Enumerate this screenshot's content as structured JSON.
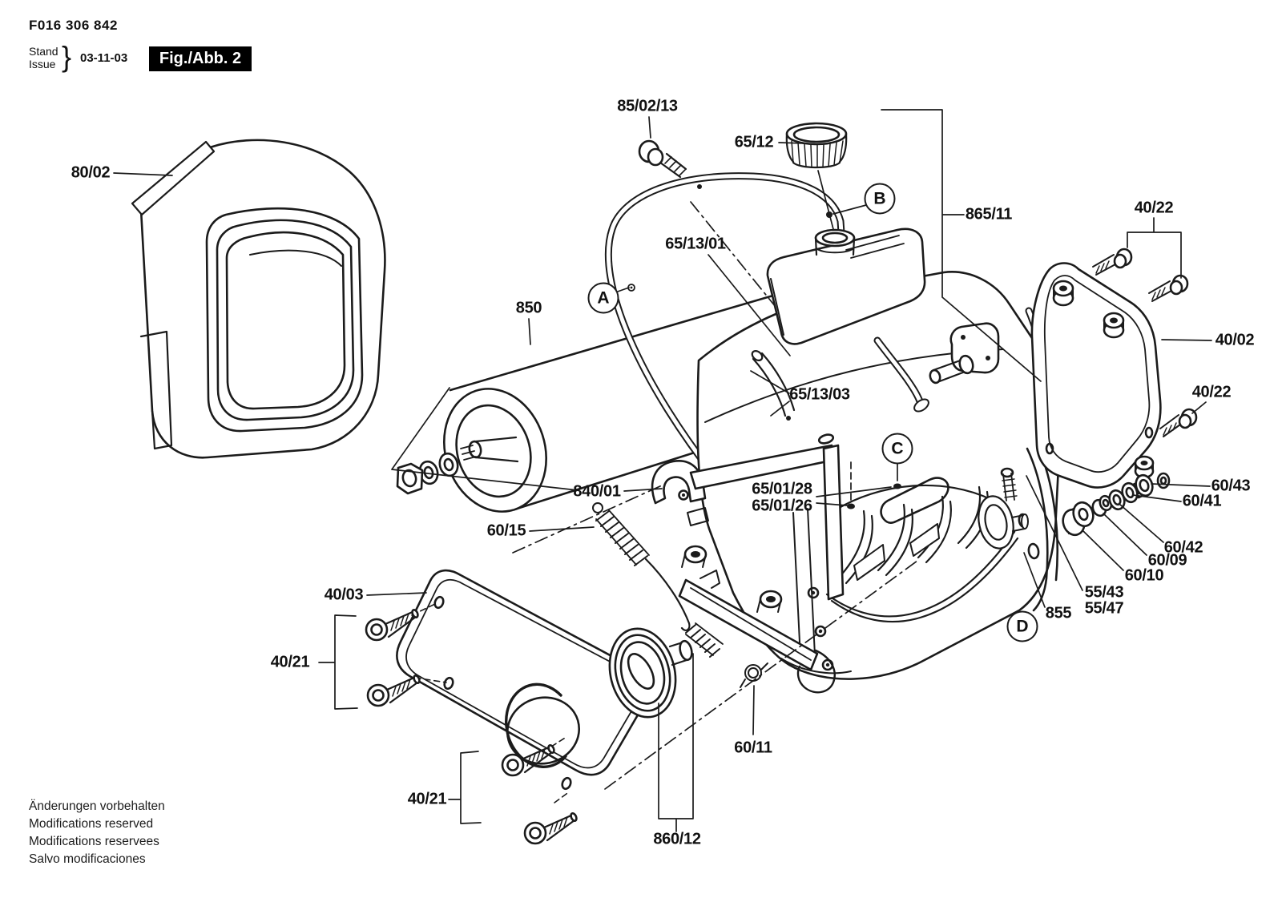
{
  "doc": {
    "part_number": "F016 306 842",
    "stand_label": "Stand",
    "issue_label": "Issue",
    "brace": "}",
    "issue_date": "03-11-03",
    "figure_label": "Fig./Abb. 2",
    "footer_lines": [
      "Änderungen vorbehalten",
      "Modifications reserved",
      "Modifications reservees",
      "Salvo modificaciones"
    ]
  },
  "detail_markers": {
    "a": "A",
    "b": "B",
    "c": "C",
    "d": "D"
  },
  "callouts": {
    "items": [
      {
        "text": "80/02"
      },
      {
        "text": "85/02/13"
      },
      {
        "text": "65/12"
      },
      {
        "text": "865/11"
      },
      {
        "text": "65/13/01"
      },
      {
        "text": "850"
      },
      {
        "text": "40/22"
      },
      {
        "text": "40/02"
      },
      {
        "text": "40/22"
      },
      {
        "text": "65/13/03"
      },
      {
        "text": "65/01/28"
      },
      {
        "text": "65/01/26"
      },
      {
        "text": "840/01"
      },
      {
        "text": "60/15"
      },
      {
        "text": "60/43"
      },
      {
        "text": "60/41"
      },
      {
        "text": "60/42"
      },
      {
        "text": "60/09"
      },
      {
        "text": "60/10"
      },
      {
        "text": "55/43"
      },
      {
        "text": "55/47"
      },
      {
        "text": "855"
      },
      {
        "text": "40/03"
      },
      {
        "text": "40/21"
      },
      {
        "text": "40/21"
      },
      {
        "text": "60/11"
      },
      {
        "text": "860/12"
      }
    ]
  }
}
